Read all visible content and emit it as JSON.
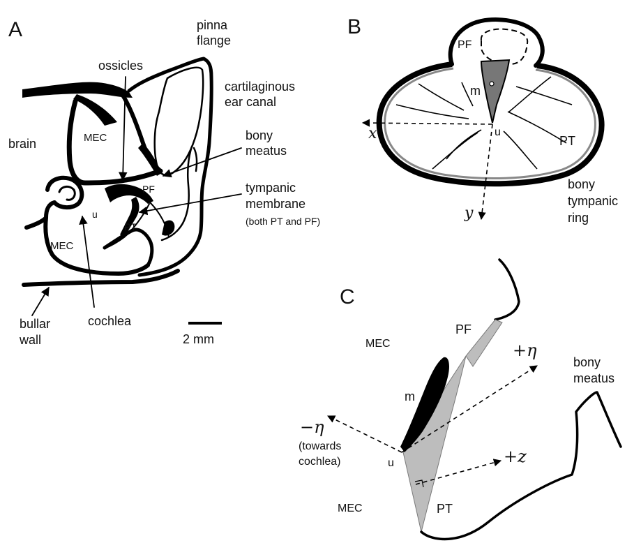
{
  "panels": {
    "a": "A",
    "b": "B",
    "c": "C"
  },
  "panel_a": {
    "pinna_1": "pinna",
    "pinna_2": "flange",
    "ossicles": "ossicles",
    "cart_1": "cartilaginous",
    "cart_2": "ear canal",
    "brain": "brain",
    "mec_upper": "MEC",
    "bony_1": "bony",
    "bony_2": "meatus",
    "pf": "PF",
    "u": "u",
    "pt": "PT",
    "tymp_1": "tympanic",
    "tymp_2": "membrane",
    "tymp_3": "(both PT and PF)",
    "mec_lower": "MEC",
    "bullar_1": "bullar",
    "bullar_2": "wall",
    "cochlea": "cochlea",
    "scale": "2 mm"
  },
  "panel_b": {
    "pf": "PF",
    "m": "m",
    "u": "u",
    "x": "x",
    "y": "y",
    "pt": "PT",
    "ring_1": "bony",
    "ring_2": "tympanic",
    "ring_3": "ring"
  },
  "panel_c": {
    "mec_upper": "MEC",
    "pf": "PF",
    "plus_eta": "+η",
    "bony_1": "bony",
    "bony_2": "meatus",
    "m": "m",
    "minus_eta": "−η",
    "towards_1": "(towards",
    "towards_2": "cochlea)",
    "u": "u",
    "plus_z": "+z",
    "mec_lower": "MEC",
    "pt": "PT"
  }
}
